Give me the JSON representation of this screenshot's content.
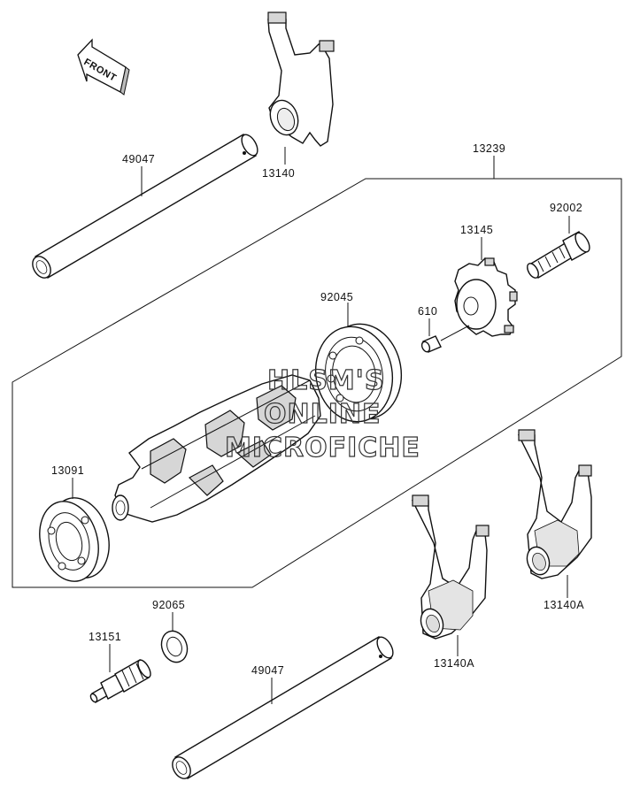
{
  "front_arrow": {
    "text": "FRONT"
  },
  "watermark": {
    "line1": "HLSM'S",
    "line2": "ONLINE",
    "line3": "MICROFICHE"
  },
  "callouts": {
    "shaft_top": "49047",
    "fork_top": "13140",
    "drum_assembly": "13239",
    "bolt": "92002",
    "pin_plate": "13145",
    "pin": "610",
    "bearing_small": "92045",
    "bearing_large": "13091",
    "fork_right": "13140A",
    "fork_middle": "13140A",
    "washer": "92065",
    "switch": "13151",
    "shaft_bottom": "49047"
  }
}
